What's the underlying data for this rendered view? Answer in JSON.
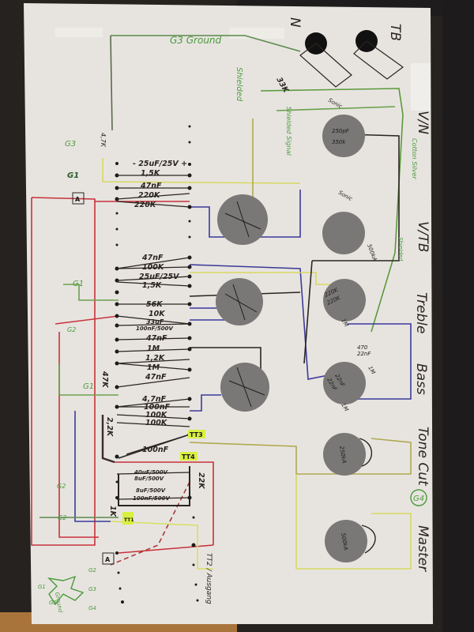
{
  "diagram": {
    "ground_label": "G3 Ground",
    "ground_star_label": "Ground",
    "ground_star_points": [
      "G1",
      "G2",
      "G3",
      "G4",
      "G5"
    ],
    "side_labels": {
      "neck": "N",
      "tb": "TB",
      "vn": "V/N",
      "vtb": "V/TB",
      "treble": "Treble",
      "bass": "Bass",
      "tone_cut": "Tone Cut",
      "master": "Master"
    },
    "wire_notes": {
      "shielded": "Shielded",
      "shielded_signal": "Shielded Signal",
      "cotton_silver": "Cotton Silver",
      "shielded2": "Shielded",
      "pickup_res": "33K",
      "g3_left": "G3",
      "res_4k7": "4,7K"
    },
    "grounds": [
      "G1",
      "G1",
      "G2",
      "G1",
      "G2",
      "G2",
      "G4"
    ],
    "tags": [
      "TT1",
      "TT3",
      "TT4",
      "TT2 / Ausgang",
      "A",
      "A"
    ],
    "components": [
      "- 25uF/25V +",
      "1,5K",
      "47nF",
      "220K",
      "220K",
      "47nF",
      "100K",
      "25uF/25V",
      "1,5K",
      "56K",
      "10K",
      "33uF",
      "100nF/500V",
      "47nF",
      "1M",
      "1,2K",
      "1M",
      "47nF",
      "47K",
      "4,7nF",
      "100nF",
      "100K",
      "100K",
      "2,2K",
      "100nF",
      "40uF/500V",
      "8uF/500V",
      "8uF/500V",
      "100nF/500V",
      "22K",
      "1K",
      "33K"
    ],
    "pots": [
      {
        "name": "V/N",
        "texts": [
          "250pF",
          "350k"
        ]
      },
      {
        "name": "V/TB",
        "texts": [
          "Sonic",
          "500kA"
        ]
      },
      {
        "name": "Treble",
        "texts": [
          "220K",
          "220K",
          "1M"
        ]
      },
      {
        "name": "Bass",
        "texts": [
          "22nF",
          "22nF",
          "1M",
          "470",
          "22nF",
          "1M"
        ]
      },
      {
        "name": "Tone Cut",
        "texts": [
          "250kA"
        ]
      },
      {
        "name": "Master",
        "texts": [
          "500kA"
        ]
      }
    ],
    "colors": {
      "paper": "#e6e3df",
      "red": "#c8323a",
      "blue": "#3a3a9a",
      "yellow": "#d8d860",
      "green": "#5a9a3a",
      "black": "#2a2420",
      "olive": "#9a9a50",
      "highlight": "#d8f040"
    }
  }
}
